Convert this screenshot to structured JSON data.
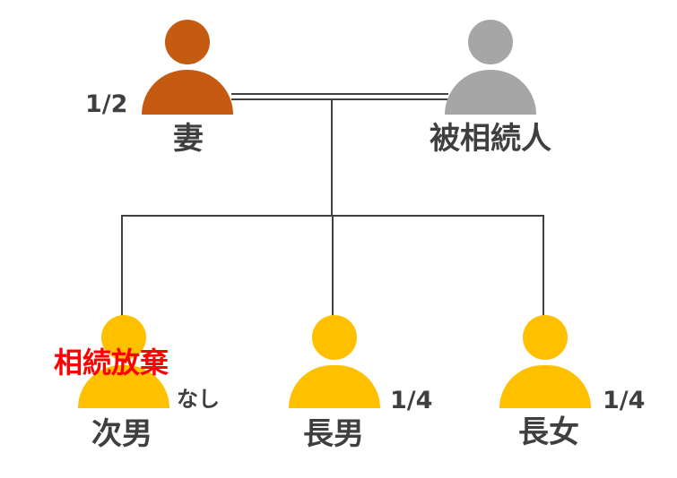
{
  "colors": {
    "spouse": "#c55a11",
    "deceased": "#a6a6a6",
    "child": "#ffc000",
    "line": "#404040",
    "text": "#3f3f3f",
    "renounce": "#ff0000"
  },
  "people": {
    "wife": {
      "name": "妻",
      "share": "1/2",
      "icon": "person-icon"
    },
    "deceased": {
      "name": "被相続人",
      "icon": "person-icon"
    },
    "second_son": {
      "name": "次男",
      "note": "なし",
      "status": "相続放棄",
      "icon": "person-icon"
    },
    "eldest_son": {
      "name": "長男",
      "share": "1/4",
      "icon": "person-icon"
    },
    "eldest_daughter": {
      "name": "長女",
      "share": "1/4",
      "icon": "person-icon"
    }
  }
}
